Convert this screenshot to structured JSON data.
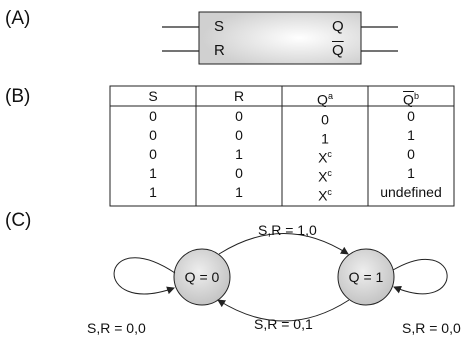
{
  "panels": {
    "a": "(A)",
    "b": "(B)",
    "c": "(C)"
  },
  "latch": {
    "in_top": "S",
    "in_bottom": "R",
    "out_top": "Q",
    "out_bottom": "Q"
  },
  "table": {
    "headers": [
      {
        "text": "S",
        "sup": ""
      },
      {
        "text": "R",
        "sup": ""
      },
      {
        "text": "Q",
        "sup": "a"
      },
      {
        "text": "Q",
        "sup": "b"
      }
    ],
    "rows": [
      {
        "s": "0",
        "r": "0",
        "q": "0",
        "q_sup": "",
        "qbar": "0"
      },
      {
        "s": "0",
        "r": "0",
        "q": "1",
        "q_sup": "",
        "qbar": "1"
      },
      {
        "s": "0",
        "r": "1",
        "q": "X",
        "q_sup": "c",
        "qbar": "0"
      },
      {
        "s": "1",
        "r": "0",
        "q": "X",
        "q_sup": "c",
        "qbar": "1"
      },
      {
        "s": "1",
        "r": "1",
        "q": "X",
        "q_sup": "c",
        "qbar": "undefined"
      }
    ]
  },
  "states": {
    "q0": "Q = 0",
    "q1": "Q = 1"
  },
  "transitions": {
    "top": "S,R = 1,0",
    "bottom": "S,R = 0,1",
    "self_left": "S,R = 0,0",
    "self_right": "S,R = 0,0"
  },
  "colors": {
    "state_fill": "#d6d6d6",
    "line": "#222222"
  }
}
